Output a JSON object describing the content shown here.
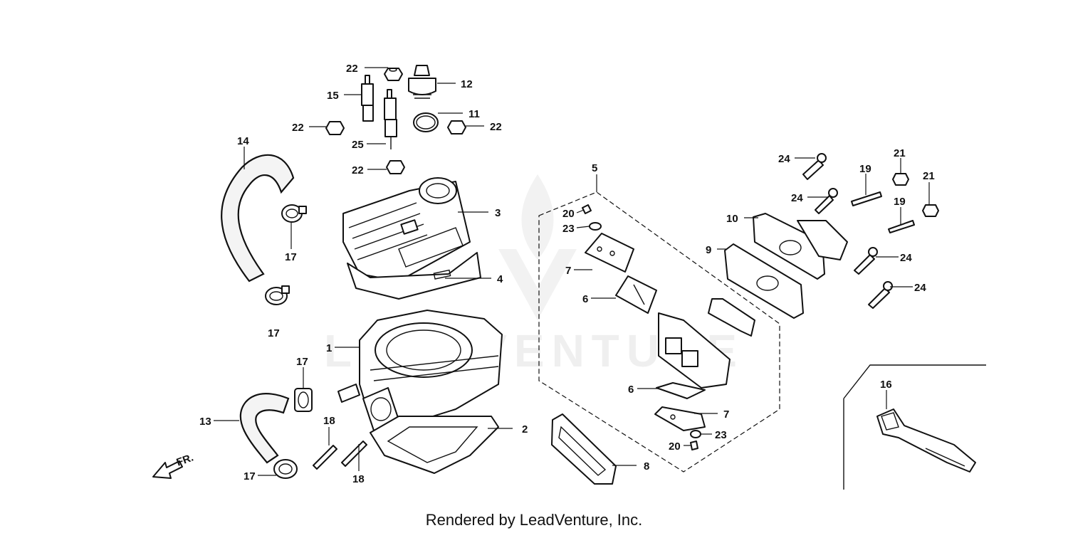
{
  "watermark_text": "LEADVENTURE",
  "credit": "Rendered by LeadVenture, Inc.",
  "direction_label": "FR.",
  "callouts": {
    "c22a": "22",
    "c12": "12",
    "c15": "15",
    "c11": "11",
    "c22b": "22",
    "c22c": "22",
    "c25": "25",
    "c22d": "22",
    "c14": "14",
    "c3": "3",
    "c17a": "17",
    "c4": "4",
    "c17b": "17",
    "c1": "1",
    "c17c": "17",
    "c13": "13",
    "c18a": "18",
    "c18b": "18",
    "c2": "2",
    "c17d": "17",
    "c5": "5",
    "c20a": "20",
    "c23a": "23",
    "c7a": "7",
    "c6a": "6",
    "c6b": "6",
    "c7b": "7",
    "c23b": "23",
    "c20b": "20",
    "c8": "8",
    "c24a": "24",
    "c19a": "19",
    "c21a": "21",
    "c24b": "24",
    "c21b": "21",
    "c10": "10",
    "c19b": "19",
    "c9": "9",
    "c24c": "24",
    "c24d": "24",
    "c16": "16"
  }
}
